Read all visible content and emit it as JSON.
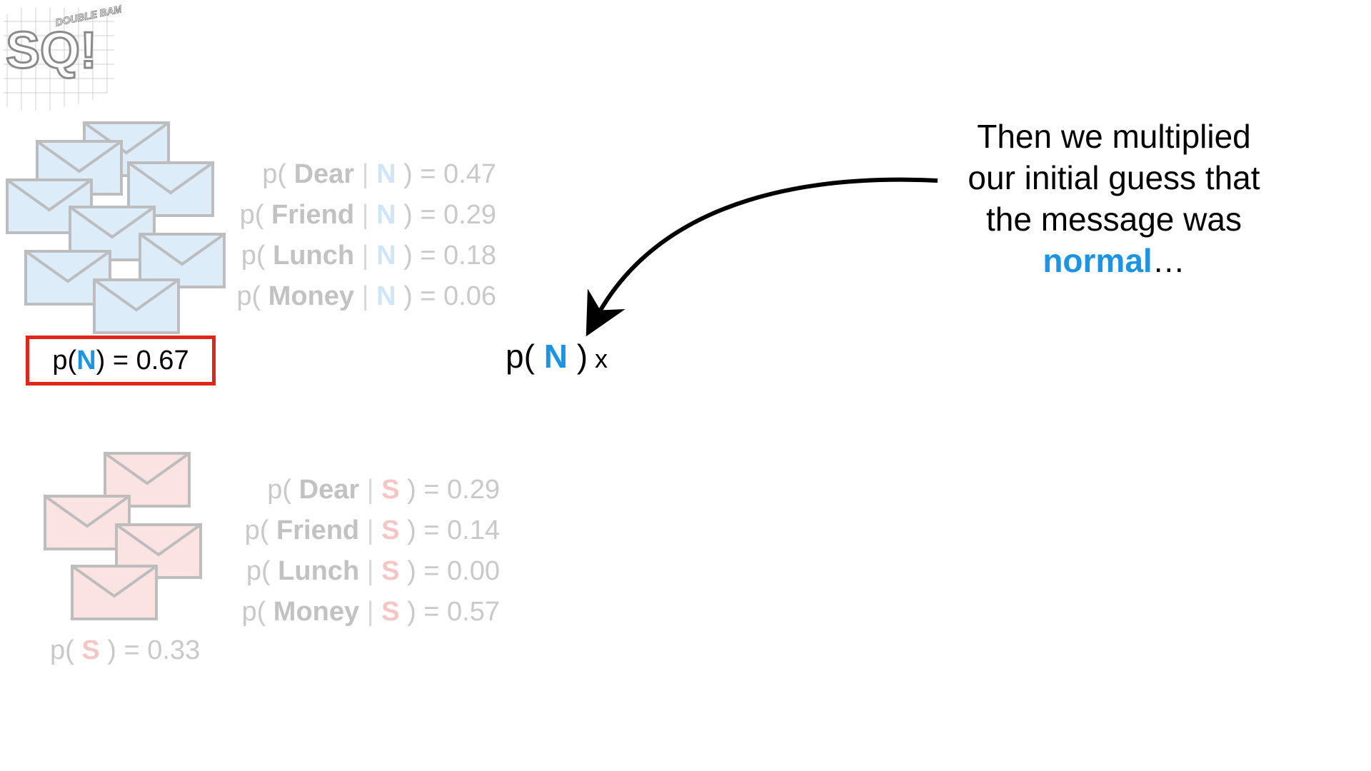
{
  "logo": {
    "main_text": "SQ!",
    "sub_text": "DOUBLE BAM!!!"
  },
  "colors": {
    "normal_blue": "#1a94e6",
    "spam_pink": "#f6c6c4",
    "highlight_red": "#e3241b",
    "faded_gray": "#c9c9c9",
    "envelope_blue_fill": "#dcecf8",
    "envelope_pink_fill": "#fbe3e2"
  },
  "normal_probs": [
    {
      "prefix": "p( ",
      "word": "Dear",
      "sep": " | ",
      "cls": "N",
      "suffix": " ) = 0.47"
    },
    {
      "prefix": "p( ",
      "word": "Friend",
      "sep": " | ",
      "cls": "N",
      "suffix": " ) = 0.29"
    },
    {
      "prefix": "p( ",
      "word": "Lunch",
      "sep": " | ",
      "cls": "N",
      "suffix": " ) = 0.18"
    },
    {
      "prefix": "p( ",
      "word": "Money",
      "sep": " | ",
      "cls": "N",
      "suffix": " ) = 0.06"
    }
  ],
  "spam_probs": [
    {
      "prefix": "p( ",
      "word": "Dear",
      "sep": " | ",
      "cls": "S",
      "suffix": " ) = 0.29"
    },
    {
      "prefix": "p( ",
      "word": "Friend",
      "sep": " | ",
      "cls": "S",
      "suffix": " ) = 0.14"
    },
    {
      "prefix": "p( ",
      "word": "Lunch",
      "sep": " | ",
      "cls": "S",
      "suffix": " ) = 0.00"
    },
    {
      "prefix": "p( ",
      "word": "Money",
      "sep": " | ",
      "cls": "S",
      "suffix": " ) = 0.57"
    }
  ],
  "prior_normal": {
    "prefix": "p( ",
    "cls": "N",
    "suffix": " ) = 0.67"
  },
  "prior_spam": {
    "prefix": "p( ",
    "cls": "S",
    "suffix": " ) = 0.33"
  },
  "formula": {
    "prefix": "p( ",
    "cls": "N",
    "suffix": " )",
    "times": " x"
  },
  "caption": {
    "line1": "Then we multiplied",
    "line2": "our initial guess that",
    "line3": "the message was",
    "highlight": "normal",
    "ellipsis": "…"
  }
}
